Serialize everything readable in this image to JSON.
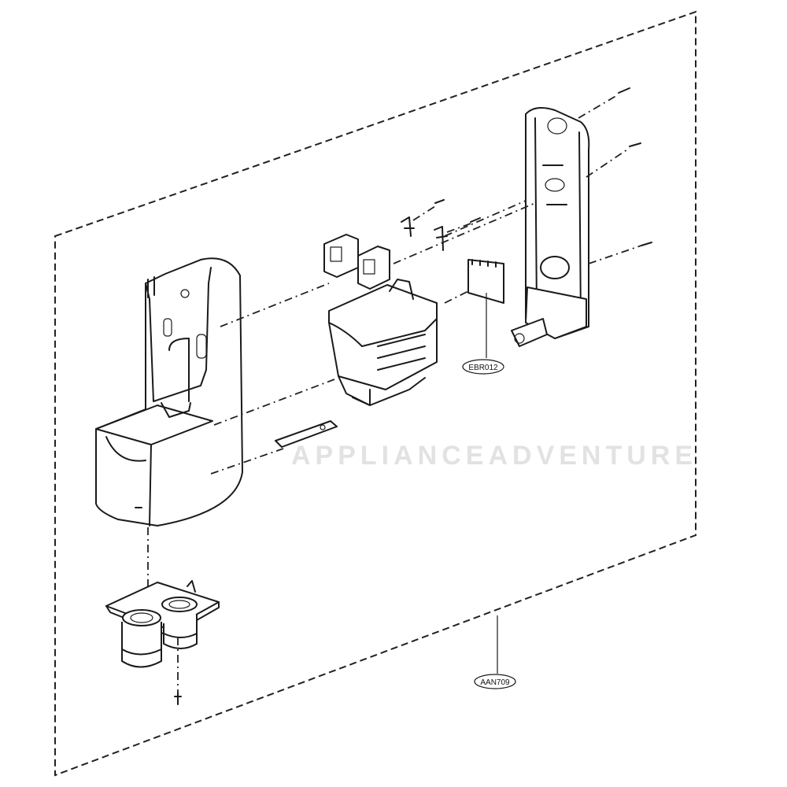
{
  "labels": {
    "eb_part": "EBR012",
    "aan_part": "AAN709"
  },
  "watermark": {
    "text": "APPLIANCEADVENTURE"
  },
  "colors": {
    "ink": "#1a1a1a",
    "background": "#ffffff",
    "watermark": "#d0d0d0"
  }
}
